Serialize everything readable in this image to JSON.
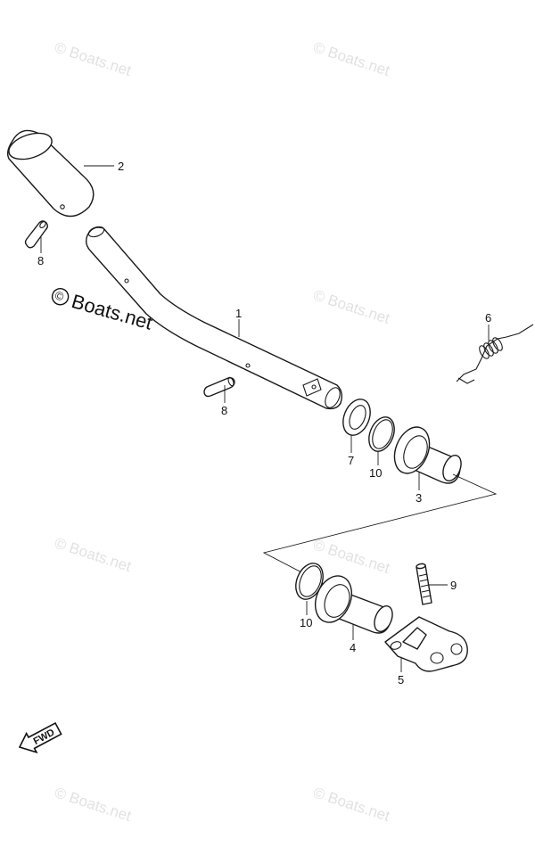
{
  "watermark": {
    "text": "© Boats.net"
  },
  "copyright": {
    "symbol": "©",
    "text": "Boats.net"
  },
  "direction_badge": {
    "label": "FWD"
  },
  "callouts": {
    "c1": "1",
    "c2": "2",
    "c3": "3",
    "c4": "4",
    "c5": "5",
    "c6": "6",
    "c7": "7",
    "c8a": "8",
    "c8b": "8",
    "c9": "9",
    "c10a": "10",
    "c10b": "10"
  },
  "colors": {
    "line": "#1a1a1a",
    "watermark": "#e2e2e2",
    "background": "#ffffff"
  }
}
